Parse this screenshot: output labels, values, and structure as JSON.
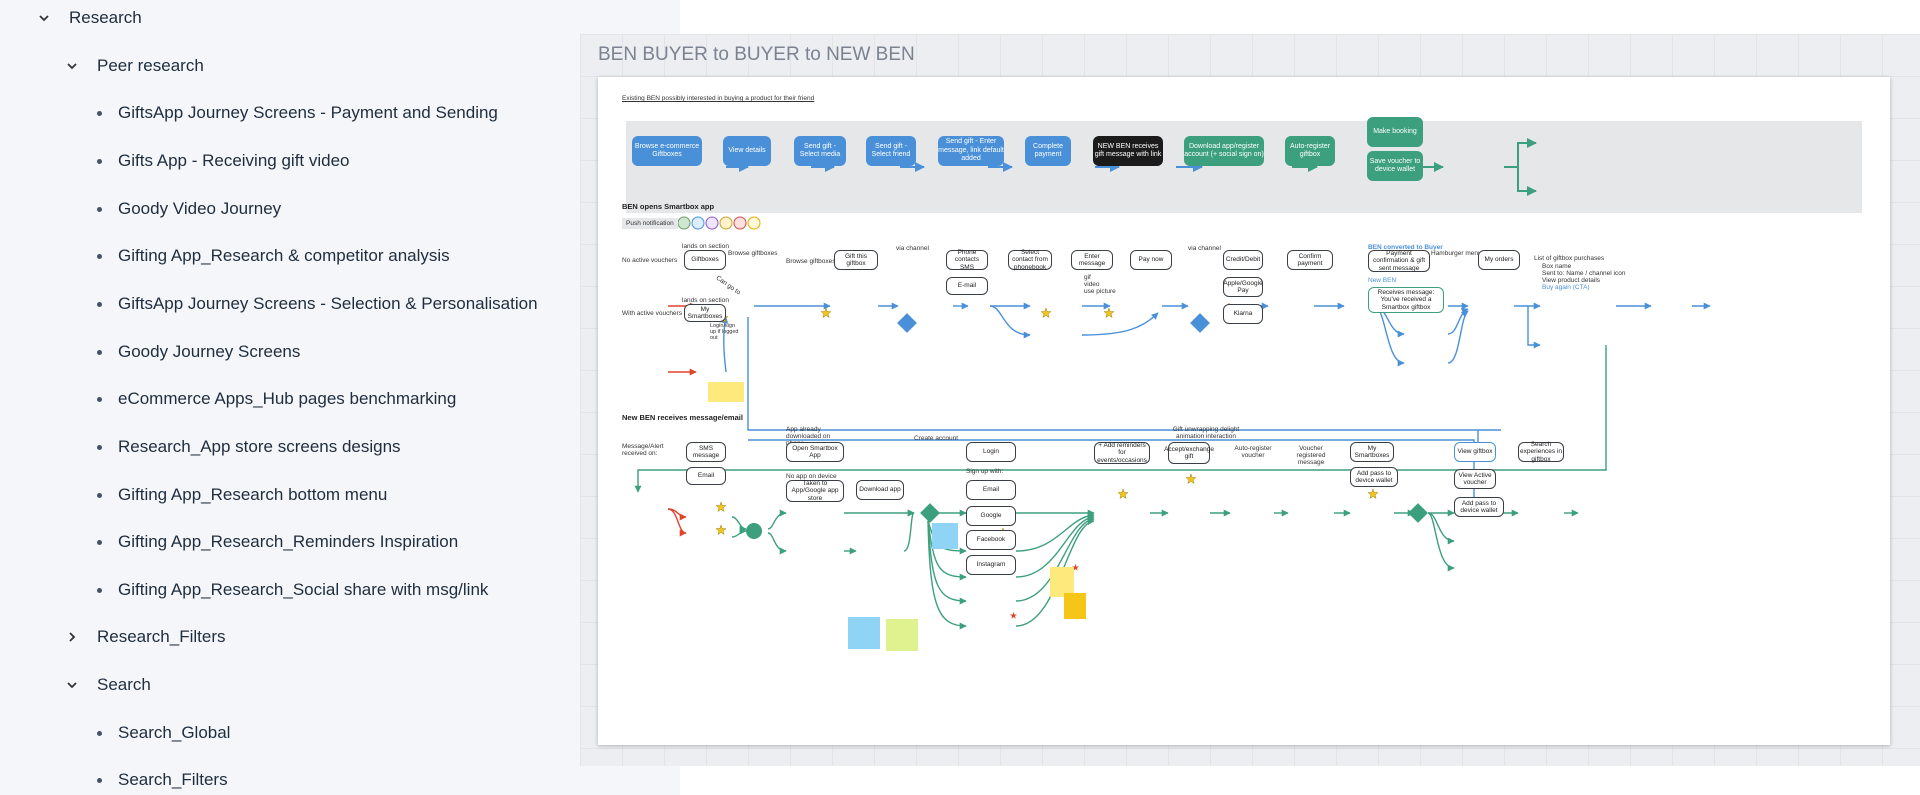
{
  "sidebar": {
    "research": "Research",
    "peer_research": "Peer research",
    "items": [
      "GiftsApp Journey Screens - Payment and Sending",
      "Gifts App - Receiving gift video",
      "Goody Video Journey",
      "Gifting App_Research & competitor analysis",
      "GiftsApp Journey Screens - Selection & Personalisation",
      "Goody Journey Screens",
      "eCommerce Apps_Hub pages benchmarking",
      "Research_App store screens designs",
      "Gifting App_Research bottom menu",
      "Gifting App_Research_Reminders Inspiration",
      "Gifting App_Research_Social share with msg/link"
    ],
    "research_filters": "Research_Filters",
    "search": "Search",
    "search_items": [
      "Search_Global",
      "Search_Filters"
    ]
  },
  "frame": {
    "title": "BEN BUYER to BUYER to NEW BEN"
  },
  "board": {
    "top_note": "Existing BEN possibly interested in buying a product for their friend",
    "flow1": [
      "Browse e-commerce Giftboxes",
      "View details",
      "Send gift - Select media",
      "Send gift - Select friend",
      "Send gift - Enter message, link default added",
      "Complete payment",
      "NEW BEN receives gift message with link",
      "Download app/register account (+ social sign on)",
      "Auto-register giftbox",
      "Make booking",
      "Save voucher to device wallet"
    ],
    "section2": "BEN opens Smartbox app",
    "push_label": "Push notification",
    "labels2": {
      "no_active": "No active vouchers",
      "with_active": "With active vouchers",
      "lands_on": "lands on section",
      "browse_giftboxes": "Browse giftboxes",
      "go_to": "Can go to",
      "via_channel": "via channel",
      "via_channel2": "via channel",
      "hamburger": "Hamburger menu",
      "ben_converted": "BEN converted to Buyer",
      "new_ben": "New BEN",
      "list_title": "List of giftbox purchases",
      "list_items": [
        "Box name",
        "Sent to: Name / channel icon",
        "View product details",
        "Buy again (CTA)"
      ],
      "media_items": [
        "gif",
        "video",
        "use picture"
      ]
    },
    "nodes2": {
      "giftboxes": "Giftboxes",
      "browse": "Browse giftboxes",
      "gift_this": "Gift this giftbox",
      "phone_contacts": "Phone contacts SMS",
      "email": "E-mail",
      "select_contact": "Select contact from phonebook",
      "enter_message": "Enter message",
      "pay_now": "Pay now",
      "credit": "Credit/Debit",
      "apple": "Apple/Google Pay",
      "klarna": "Klarna",
      "confirm": "Confirm payment",
      "payment_conf": "Payment confirmation & gift sent message",
      "my_orders": "My orders",
      "my_smartboxes": "My Smartboxes",
      "login_sticky": "Login/sign up if logged out",
      "receives": "Receives message: You've received a Smartbox giftbox"
    },
    "section3": "New BEN receives message/email",
    "labels3": {
      "message_alert": "Message/Alert received on:",
      "app_downloaded": "App already downloaded on phone",
      "no_app": "No app on device",
      "create_account": "Create account",
      "sign_up": "Sign up with:",
      "gift_unwrap": "Gift unwrapping delight animation interaction",
      "auto_register": "Auto-register voucher",
      "voucher_registered": "Voucher registered message"
    },
    "nodes3": {
      "sms": "SMS message",
      "email": "Email",
      "open_app": "Open Smartbox App",
      "taken_store": "Taken to App/Google app store",
      "download": "Download app",
      "login": "Login",
      "email2": "Email",
      "google": "Google",
      "facebook": "Facebook",
      "instagram": "Instagram",
      "reminders": "+ Add reminders for events/occasions",
      "accept_gift": "Accept/exchange gift",
      "my_smartboxes": "My Smartboxes",
      "add_pass": "Add pass to device wallet",
      "view_giftbox": "View giftbox",
      "view_active": "View Active voucher",
      "add_pass2": "Add pass to device wallet",
      "search_exp": "Search experiences in giftbox"
    }
  },
  "colors": {
    "blue": "#4a90d9",
    "green": "#3c9f7e",
    "black": "#1b1b1b",
    "grey_band": "#e6e7e9",
    "edge_blue": "#4a90d9",
    "edge_green": "#3c9f7e",
    "edge_red": "#e0442a"
  }
}
